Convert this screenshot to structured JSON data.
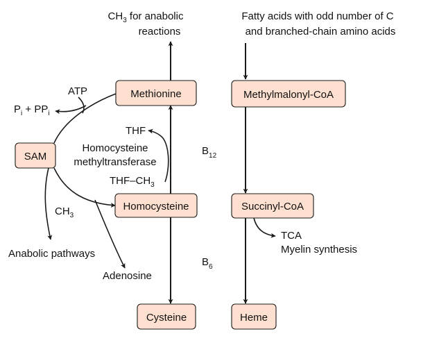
{
  "colors": {
    "node_fill": "#fde0d0",
    "line": "#1a1a1a",
    "text": "#111111"
  },
  "nodes": {
    "methionine": "Methionine",
    "sam": "SAM",
    "homocysteine": "Homocysteine",
    "cysteine": "Cysteine",
    "methylmalonyl_coa": "Methylmalonyl-CoA",
    "succinyl_coa": "Succinyl-CoA",
    "heme": "Heme"
  },
  "labels": {
    "ch3_top": "CH",
    "ch3_top_sub": "3",
    "ch3_top_rest": " for anabolic",
    "reactions": "reactions",
    "fatty_acids_line1": "Fatty acids with odd number of C",
    "fatty_acids_line2": "and branched-chain amino acids",
    "atp": "ATP",
    "pi": "P",
    "pi_sub": "i",
    "plus_ppi": " + PP",
    "ppi_sub": "i",
    "thf": "THF",
    "homocysteine_mt_line1": "Homocysteine",
    "homocysteine_mt_line2": "methyltransferase",
    "thf_ch3": "THF–CH",
    "thf_ch3_sub": "3",
    "b12": "B",
    "b12_sub": "12",
    "ch3_mid": "CH",
    "ch3_mid_sub": "3",
    "anabolic_pathways": "Anabolic pathways",
    "adenosine": "Adenosine",
    "b6": "B",
    "b6_sub": "6",
    "tca": "TCA",
    "myelin_synthesis": "Myelin synthesis"
  }
}
